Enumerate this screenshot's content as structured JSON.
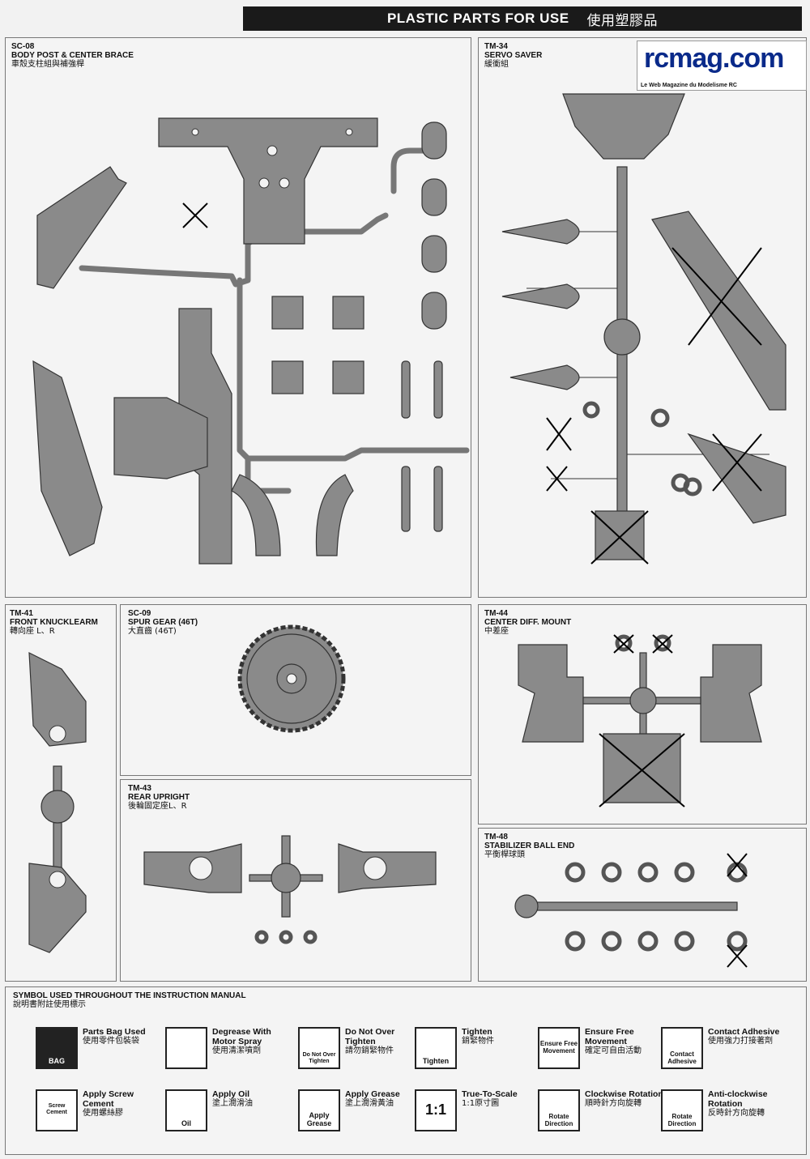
{
  "header": {
    "title": "PLASTIC PARTS FOR USE",
    "title_cn": "使用塑膠品"
  },
  "logo": {
    "name": "rcmag.com",
    "tagline": "Le Web Magazine du Modelisme RC"
  },
  "panels": {
    "sc08": {
      "code": "SC-08",
      "name": "BODY POST & CENTER BRACE",
      "name_cn": "車殼支柱組與補強桿"
    },
    "tm34": {
      "code": "TM-34",
      "name": "SERVO SAVER",
      "name_cn": "緩衝組"
    },
    "tm41": {
      "code": "TM-41",
      "name": "FRONT KNUCKLEARM",
      "name_cn": "轉向座 L、R"
    },
    "sc09": {
      "code": "SC-09",
      "name": "SPUR GEAR (46T)",
      "name_cn": "大直齒 (46T)"
    },
    "tm43": {
      "code": "TM-43",
      "name": "REAR UPRIGHT",
      "name_cn": "後輪固定座L、R"
    },
    "tm44": {
      "code": "TM-44",
      "name": "CENTER DIFF. MOUNT",
      "name_cn": "中差座"
    },
    "tm48": {
      "code": "TM-48",
      "name": "STABILIZER BALL END",
      "name_cn": "平衡桿球頭"
    }
  },
  "symbols": {
    "title": "SYMBOL USED THROUGHOUT THE INSTRUCTION MANUAL",
    "title_cn": "說明書附註使用標示",
    "items": [
      {
        "label": "Parts Bag Used",
        "cn": "使用零件包裝袋",
        "icon": "BAG"
      },
      {
        "label": "Degrease With Motor Spray",
        "cn": "使用清潔噴劑",
        "icon": ""
      },
      {
        "label": "Do Not Over Tighten",
        "cn": "請勿銷緊物件",
        "icon": "Do Not Over Tighten"
      },
      {
        "label": "Tighten",
        "cn": "銷緊物件",
        "icon": "Tighten"
      },
      {
        "label": "Ensure Free Movement",
        "cn": "確定可自由活動",
        "icon": "Ensure Free Movement"
      },
      {
        "label": "Contact Adhesive",
        "cn": "使用強力打接著劑",
        "icon": "Contact Adhesive"
      },
      {
        "label": "Apply Screw Cement",
        "cn": "使用螺絲膠",
        "icon": "Screw Cement"
      },
      {
        "label": "Apply Oil",
        "cn": "塗上潤滑油",
        "icon": "Oil"
      },
      {
        "label": "Apply Grease",
        "cn": "塗上潤滑黃油",
        "icon": "Apply Grease"
      },
      {
        "label": "True-To-Scale",
        "cn": "1:1原寸圖",
        "icon": "1:1"
      },
      {
        "label": "Clockwise Rotation",
        "cn": "順時針方向旋轉",
        "icon": "Rotate Direction"
      },
      {
        "label": "Anti-clockwise Rotation",
        "cn": "反時針方向旋轉",
        "icon": "Rotate Direction"
      }
    ]
  }
}
